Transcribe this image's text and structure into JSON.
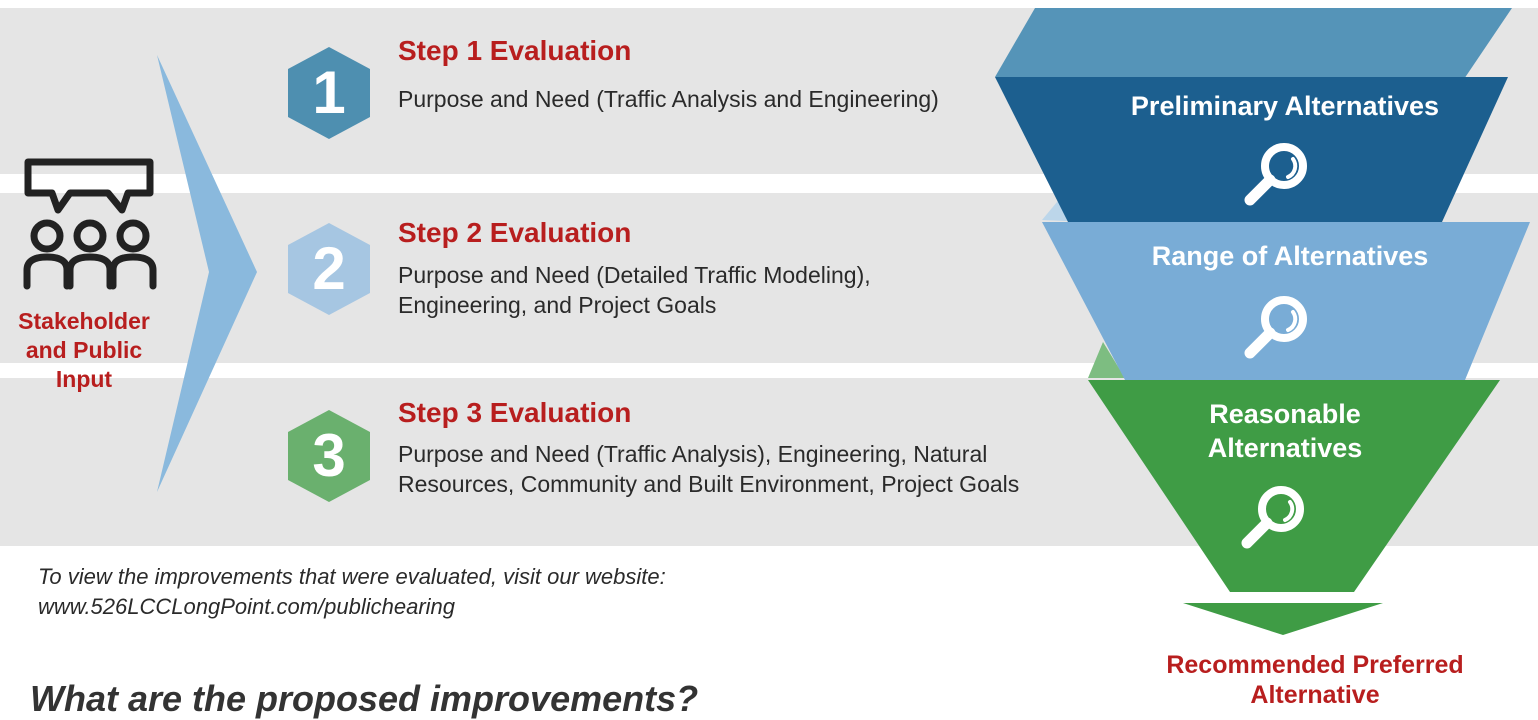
{
  "steps": [
    {
      "number": "1",
      "title": "Step 1 Evaluation",
      "description": "Purpose and Need (Traffic Analysis and Engineering)",
      "color": "#4e8fb0"
    },
    {
      "number": "2",
      "title": "Step 2 Evaluation",
      "description": "Purpose and Need (Detailed Traffic Modeling), Engineering, and Project Goals",
      "color": "#a6c6e2"
    },
    {
      "number": "3",
      "title": "Step 3 Evaluation",
      "description": "Purpose and Need (Traffic Analysis), Engineering, Natural Resources, Community and Built Environment, Project Goals",
      "color": "#6ab06e"
    }
  ],
  "stakeholder": {
    "label": "Stakeholder and Public Input",
    "icon": "stakeholder-group-icon"
  },
  "funnel": [
    {
      "label": "Preliminary Alternatives",
      "color": "#1c5f8f",
      "icon": "magnifier-icon"
    },
    {
      "label": "Range of Alternatives",
      "color": "#79acd6",
      "icon": "magnifier-icon"
    },
    {
      "label": "Reasonable Alternatives",
      "color": "#3f9c45",
      "icon": "magnifier-icon"
    }
  ],
  "result": {
    "label": "Recommended Preferred Alternative"
  },
  "note": {
    "text": "To view the improvements that were evaluated, visit our website: www.526LCCLongPoint.com/publichearing"
  },
  "next_heading": {
    "text": "What are the proposed improvements?"
  },
  "colors": {
    "accent_red": "#b81e1e",
    "band_gray": "#e5e5e5",
    "arrow_blue": "#8ab9dd"
  }
}
